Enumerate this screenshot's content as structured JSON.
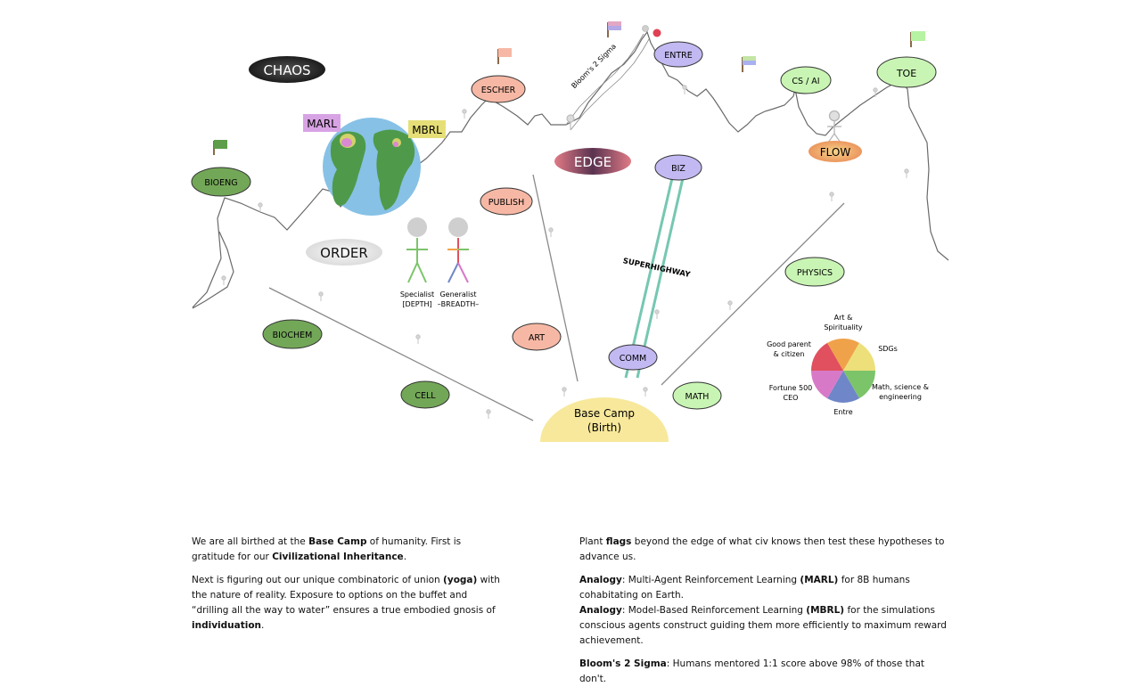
{
  "nodes": {
    "chaos": "CHAOS",
    "order": "ORDER",
    "edge": "EDGE",
    "marl": "MARL",
    "mbrl": "MBRL",
    "bioeng": "BIOENG",
    "escher": "ESCHER",
    "entre": "ENTRE",
    "cs_ai": "CS / AI",
    "toe": "TOE",
    "flow": "FLOW",
    "biz": "BIZ",
    "publish": "PUBLISH",
    "physics": "PHYSICS",
    "biochem": "BIOCHEM",
    "art": "ART",
    "comm": "COMM",
    "cell": "CELL",
    "math": "MATH",
    "base_camp_1": "Base Camp",
    "base_camp_2": "(Birth)"
  },
  "labels": {
    "blooms_path": "Bloom's 2 Sigma",
    "superhighway": "SUPERHIGHWAY",
    "specialist_1": "Specialist",
    "specialist_2": "[DEPTH]",
    "generalist_1": "Generalist",
    "generalist_2": "–BREADTH–"
  },
  "wheel": {
    "segments": [
      {
        "name": "Art & Spirituality",
        "color": "#f0a24a"
      },
      {
        "name": "SDGs",
        "color": "#ede07a"
      },
      {
        "name": "Math, science & engineering",
        "color": "#7cc46a"
      },
      {
        "name": "Entre",
        "color": "#6f86c8"
      },
      {
        "name": "Fortune 500 CEO",
        "color": "#d879c8"
      },
      {
        "name": "Good parent & citizen",
        "color": "#e0505e"
      }
    ],
    "labels": {
      "art_1": "Art &",
      "art_2": "Spirituality",
      "sdgs": "SDGs",
      "math_1": "Math, science &",
      "math_2": "engineering",
      "entre": "Entre",
      "ceo_1": "Fortune 500",
      "ceo_2": "CEO",
      "parent_1": "Good parent",
      "parent_2": "& citizen"
    }
  },
  "text": {
    "left": {
      "p1_a": "We are all birthed at the ",
      "p1_b": "Base Camp",
      "p1_c": " of humanity. First is gratitude for our ",
      "p1_d": "Civilizational Inheritance",
      "p1_e": ".",
      "p2_a": "Next is figuring out our unique combinatoric of union ",
      "p2_b": "(yoga)",
      "p2_c": " with the nature of reality. Exposure to options on the buffet and “drilling all the way to water” ensures a true embodied gnosis of ",
      "p2_d": "individuation",
      "p2_e": "."
    },
    "right": {
      "p1_a": "Plant ",
      "p1_b": "flags",
      "p1_c": " beyond the edge of what civ knows then test these hypotheses to advance us.",
      "p2_a": "Analogy",
      "p2_b": ": Multi-Agent Reinforcement Learning ",
      "p2_c": "(MARL)",
      "p2_d": " for 8B humans cohabitating on Earth.",
      "p3_a": "Analogy",
      "p3_b": ": Model-Based Reinforcement Learning ",
      "p3_c": "(MBRL)",
      "p3_d": " for the simulations conscious agents construct guiding them more efficiently to maximum reward achievement.",
      "p4_a": "Bloom's 2 Sigma",
      "p4_b": ": Humans mentored 1:1 score above 98% of those that don't."
    }
  },
  "colors": {
    "salmon": "#f6b8a5",
    "lavender": "#c3b9f2",
    "lightgreen": "#c9f5b4",
    "darkgreen": "#73a758",
    "basecamp": "#f7e89b",
    "teal": "#76c7b1",
    "mountain": "#7a7a7a"
  }
}
